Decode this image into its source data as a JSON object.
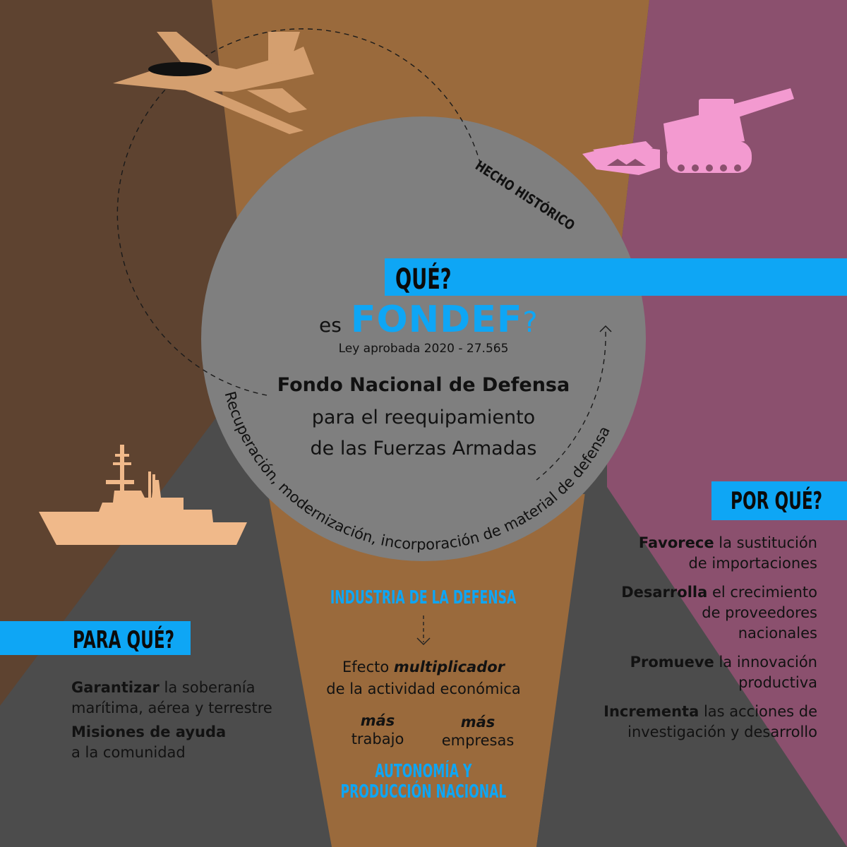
{
  "colors": {
    "dark_brown": "#5e4330",
    "brown": "#9a6a3c",
    "mauve": "#8b506e",
    "dark_gray": "#4c4c4c",
    "circle_gray": "#7f7f7f",
    "accent_blue": "#0ea6f5",
    "jet_tan": "#d49f6f",
    "ship_tan": "#f0b98a",
    "tank_pink": "#f39ad0"
  },
  "icons": {
    "jet": "fighter-jet-icon",
    "tank": "self-propelled-artillery-icon",
    "ship": "warship-icon"
  },
  "circle": {
    "hecho_historico": "HECHO HISTÓRICO",
    "arc_text": "Recuperación, modernización, incorporación de material de defensa"
  },
  "que": {
    "title": "QUÉ?",
    "es": "es",
    "fondef": "FONDEF",
    "qmark": "?",
    "ley": "Ley aprobada 2020 - 27.565",
    "line1": "Fondo Nacional de Defensa",
    "line2": "para el reequipamiento",
    "line3": "de las Fuerzas Armadas"
  },
  "por_que": {
    "title": "POR QUÉ?",
    "items": [
      {
        "bold": "Favorece",
        "rest": " la sustitución",
        "line2": "de importaciones",
        "line3": ""
      },
      {
        "bold": "Desarrolla",
        "rest": " el crecimiento",
        "line2": "de proveedores",
        "line3": "nacionales"
      },
      {
        "bold": "Promueve",
        "rest": " la innovación",
        "line2": "productiva",
        "line3": ""
      },
      {
        "bold": "Incrementa",
        "rest": " las acciones de",
        "line2": "investigación y desarrollo",
        "line3": ""
      }
    ]
  },
  "para_que": {
    "title": "PARA QUÉ?",
    "items": [
      {
        "bold": "Garantizar",
        "rest": " la soberanía",
        "line2": "marítima, aérea y terrestre"
      },
      {
        "bold": "Misiones de ayuda",
        "rest": "",
        "line2": "a la comunidad"
      }
    ]
  },
  "center": {
    "industria": "INDUSTRIA DE LA DEFENSA",
    "efecto_pre": "Efecto ",
    "efecto_bold": "multiplicador",
    "efecto_line2": "de la actividad económica",
    "mas1": "más",
    "trabajo": "trabajo",
    "mas2": "más",
    "empresas": "empresas",
    "autonomia1": "AUTONOMÍA Y",
    "autonomia2": "PRODUCCIÓN NACIONAL"
  }
}
